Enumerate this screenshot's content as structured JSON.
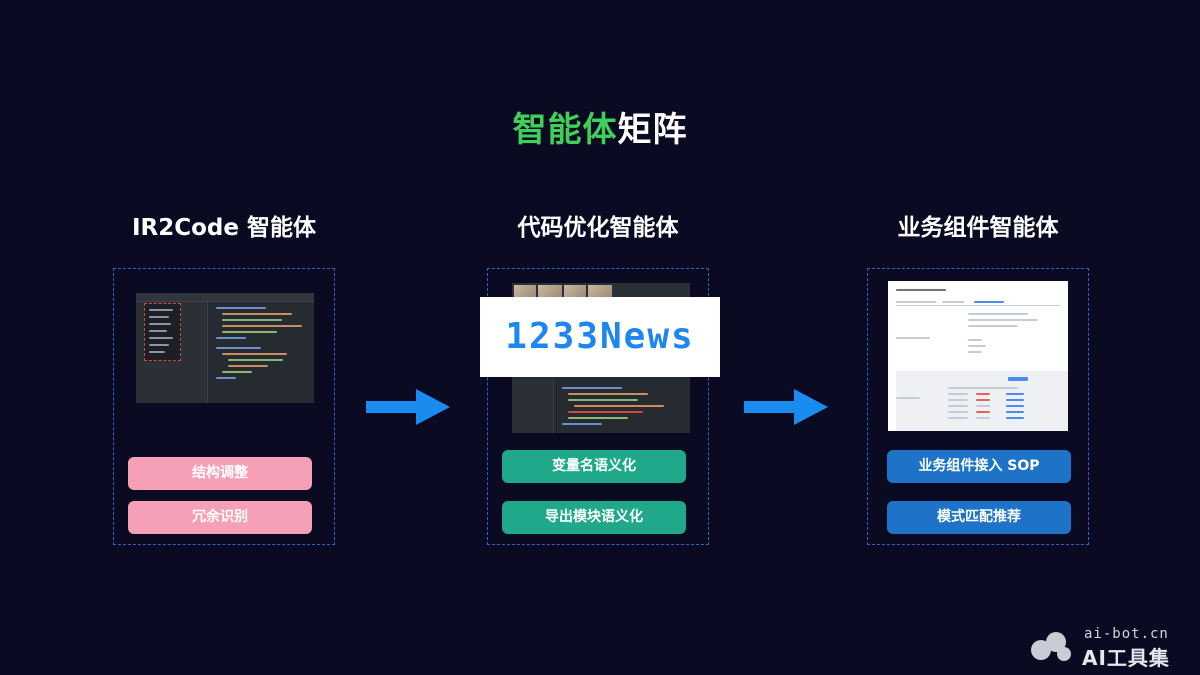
{
  "title": {
    "highlight": "智能体",
    "rest": "矩阵"
  },
  "columns": [
    {
      "title": "IR2Code 智能体",
      "buttons": [
        "结构调整",
        "冗余识别"
      ]
    },
    {
      "title": "代码优化智能体",
      "buttons": [
        "变量名语义化",
        "导出模块语义化"
      ]
    },
    {
      "title": "业务组件智能体",
      "buttons": [
        "业务组件接入 SOP",
        "模式匹配推荐"
      ]
    }
  ],
  "overlay_text": "1233News",
  "watermark": {
    "url": "ai-bot.cn",
    "name": "AI工具集"
  },
  "colors": {
    "background": "#0a0a22",
    "title_green": "#3fd05a",
    "pink_button": "#f5a0b6",
    "teal_button": "#1fa88a",
    "blue_button": "#1e73c8",
    "arrow": "#1a8cf0",
    "panel_border": "#2f63c8"
  }
}
